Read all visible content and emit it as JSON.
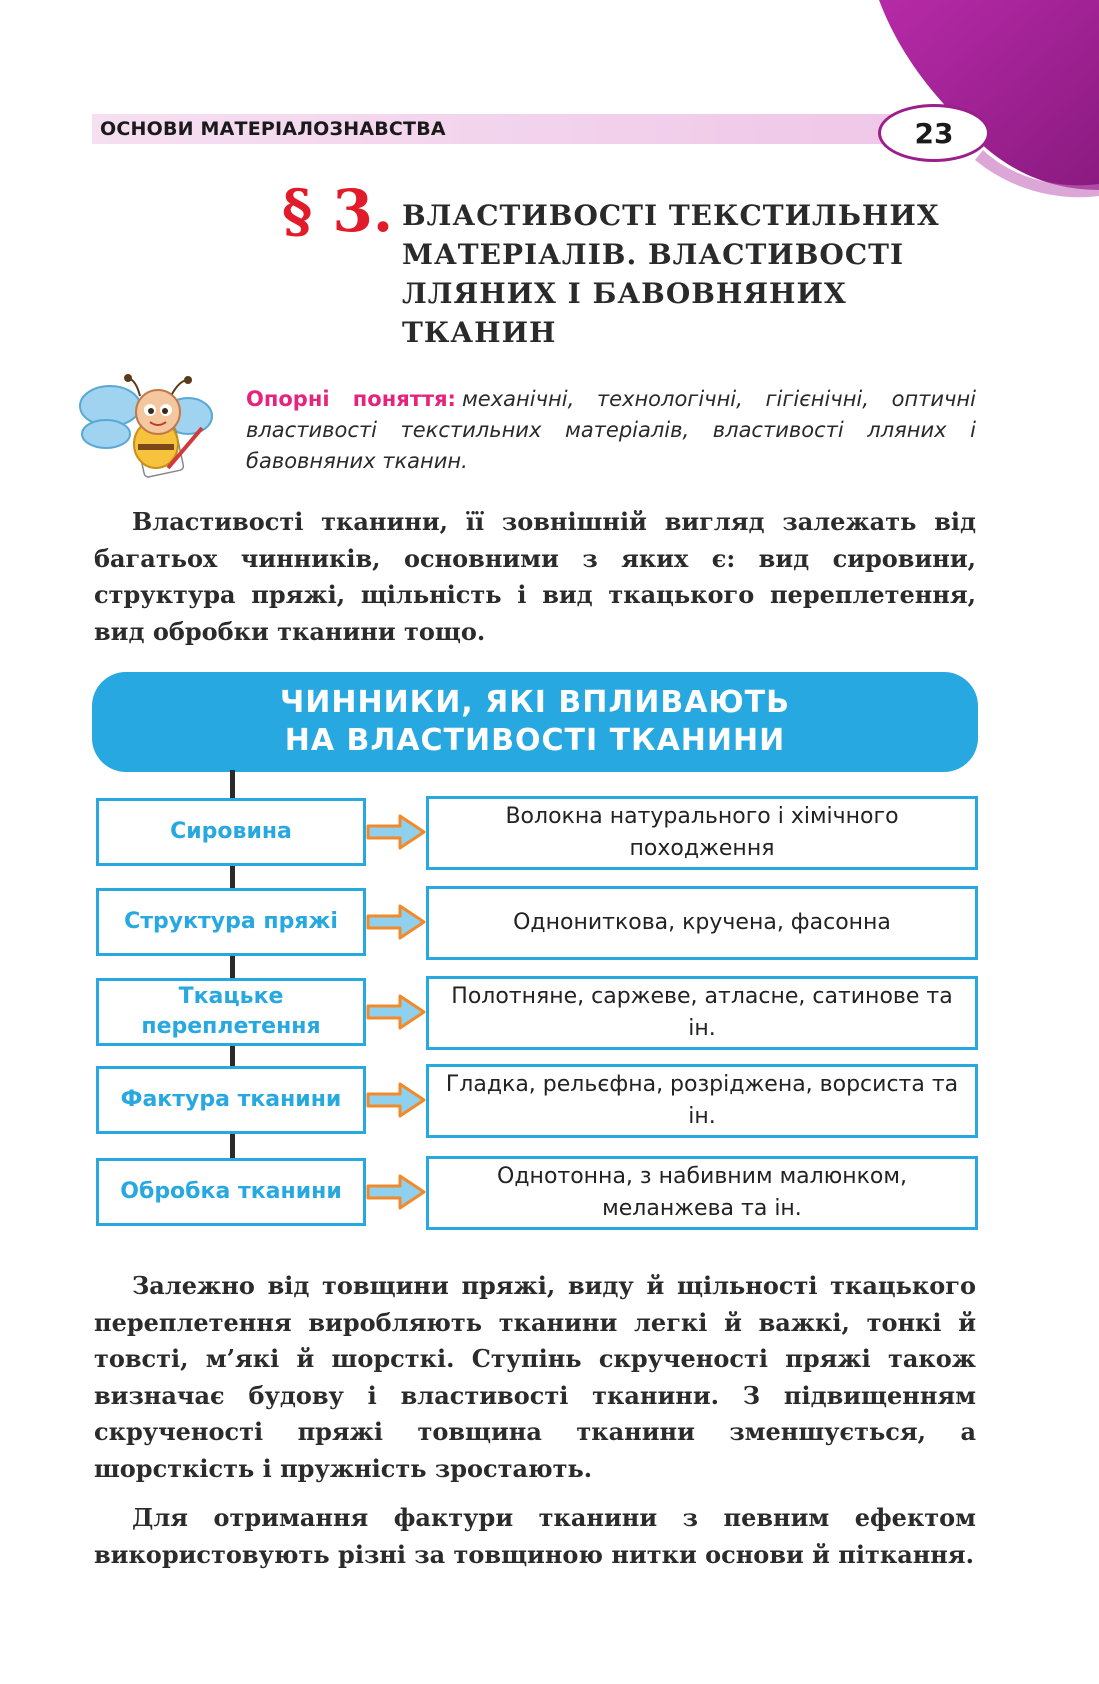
{
  "header": {
    "section_title": "ОСНОВИ МАТЕРІАЛОЗНАВСТВА",
    "page_number": "23"
  },
  "section": {
    "number": "§ 3.",
    "title": "ВЛАСТИВОСТІ ТЕКСТИЛЬНИХ МАТЕРІАЛІВ. ВЛАСТИВОСТІ ЛЛЯНИХ І БАВОВНЯНИХ ТКАНИН"
  },
  "key_concepts": {
    "label": "Опорні поняття:",
    "text": "механічні, технологічні, гігієнічні, оптичні властивості текстильних матеріалів, властивості лляних і бавовняних тканин."
  },
  "paragraphs": {
    "p1": "Властивості тканини, її зовнішній вигляд залежать від багатьох чинників, основними з яких є: вид сировини, структура пряжі, щільність і вид ткацького переплетення, вид обробки тканини тощо.",
    "p2": "Залежно від товщини пряжі, виду й щільності ткацького переплетення виробляють тканини легкі й важкі, тонкі й товсті, м’які й шорсткі. Ступінь скрученості пряжі також визначає будову і властивості тканини. З підвищенням скрученості пряжі товщина тканини зменшується, а шорсткість і пружність зростають.",
    "p3": "Для отримання фактури тканини з певним ефектом використовують різні за товщиною нитки основи й піткання."
  },
  "diagram": {
    "title_line1": "ЧИННИКИ, ЯКІ ВПЛИВАЮТЬ",
    "title_line2": "НА ВЛАСТИВОСТІ ТКАНИНИ",
    "rows": [
      {
        "factor": "Сировина",
        "description": "Волокна натурального і хімічного походження"
      },
      {
        "factor": "Структура пряжі",
        "description": "Однониткова, кручена, фасонна"
      },
      {
        "factor": "Ткацьке переплетення",
        "description": "Полотняне, саржеве, атласне, сатинове та ін."
      },
      {
        "factor": "Фактура тканини",
        "description": "Гладка, рельєфна, розріджена, ворсиста та ін."
      },
      {
        "factor": "Обробка тканини",
        "description": "Однотонна, з набивним малюнком, меланжева та ін."
      }
    ]
  },
  "colors": {
    "accent_blue": "#27a8e0",
    "section_red": "#e21b2a",
    "label_pink": "#e6247c",
    "corner_purple": "#9b1e8c"
  }
}
